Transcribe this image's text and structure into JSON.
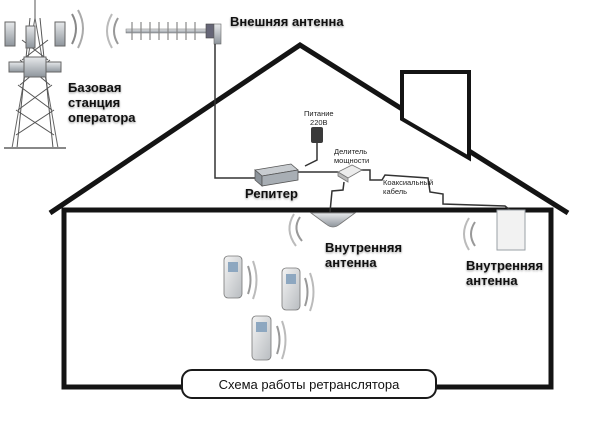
{
  "labels": {
    "outdoor_antenna": "Внешняя антенна",
    "base_station": [
      "Базовая",
      "станция",
      "оператора"
    ],
    "power": [
      "Питание",
      "220В"
    ],
    "splitter": [
      "Делитель",
      "мощности"
    ],
    "repeater": "Репитер",
    "coax_cable": [
      "Коаксиальный",
      "кабель"
    ],
    "indoor_antenna_1": [
      "Внутренняя",
      "антенна"
    ],
    "indoor_antenna_2": [
      "Внутренняя",
      "антенна"
    ]
  },
  "caption": "Схема работы ретранслятора"
}
